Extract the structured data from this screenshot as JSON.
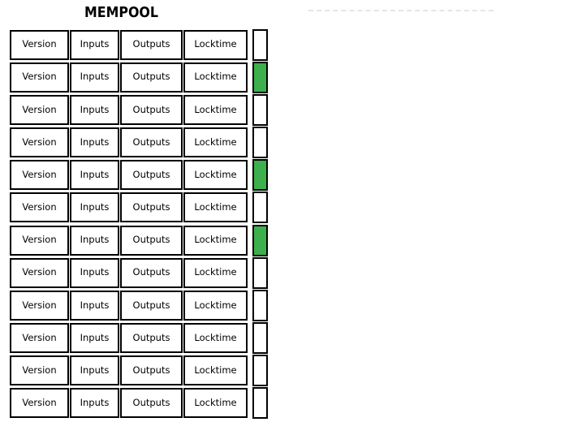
{
  "title": "MEMPOOL",
  "transaction_fields": [
    "Version",
    "Inputs",
    "Outputs",
    "Locktime"
  ],
  "mempool": {
    "transaction_count": 12,
    "row_statuses": [
      "white",
      "green",
      "white",
      "white",
      "green",
      "white",
      "green",
      "white",
      "white",
      "white",
      "white",
      "white"
    ]
  },
  "colors": {
    "selected_green": "#3cb04c",
    "box_border": "#000000",
    "box_fill": "#ffffff",
    "dashed_line": "#e6e6e6"
  }
}
